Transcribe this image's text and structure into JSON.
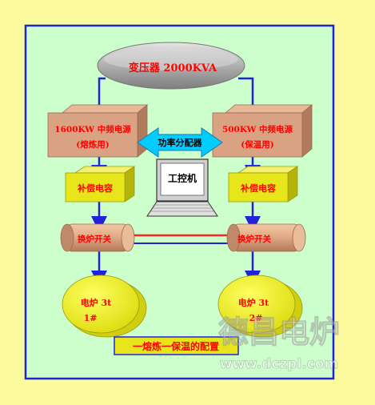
{
  "diagram": {
    "transformer": "变压器 2000KVA",
    "left_power_line1": "1600KW 中频电源",
    "left_power_line2": "(熔炼用)",
    "right_power_line1": "500KW 中频电源",
    "right_power_line2": "(保温用)",
    "power_distributor": "功率分配器",
    "ipc": "工控机",
    "left_capacitor": "补偿电容",
    "right_capacitor": "补偿电容",
    "left_switch": "换炉开关",
    "right_switch": "换炉开关",
    "left_furnace_line1": "电炉 3t",
    "left_furnace_line2": "1#",
    "right_furnace_line1": "电炉 3t",
    "right_furnace_line2": "2#",
    "caption": "一熔炼一保温的配置"
  },
  "watermark": {
    "title": "德昌电炉",
    "url": "www.dczpl.com"
  },
  "colors": {
    "background": "#fbfb9e",
    "panel": "#ccffcc",
    "border": "#2222dd",
    "box": "#d9a383",
    "yellow": "#e6e61a",
    "red_text": "#ff0000",
    "cyan": "#00ccff"
  }
}
